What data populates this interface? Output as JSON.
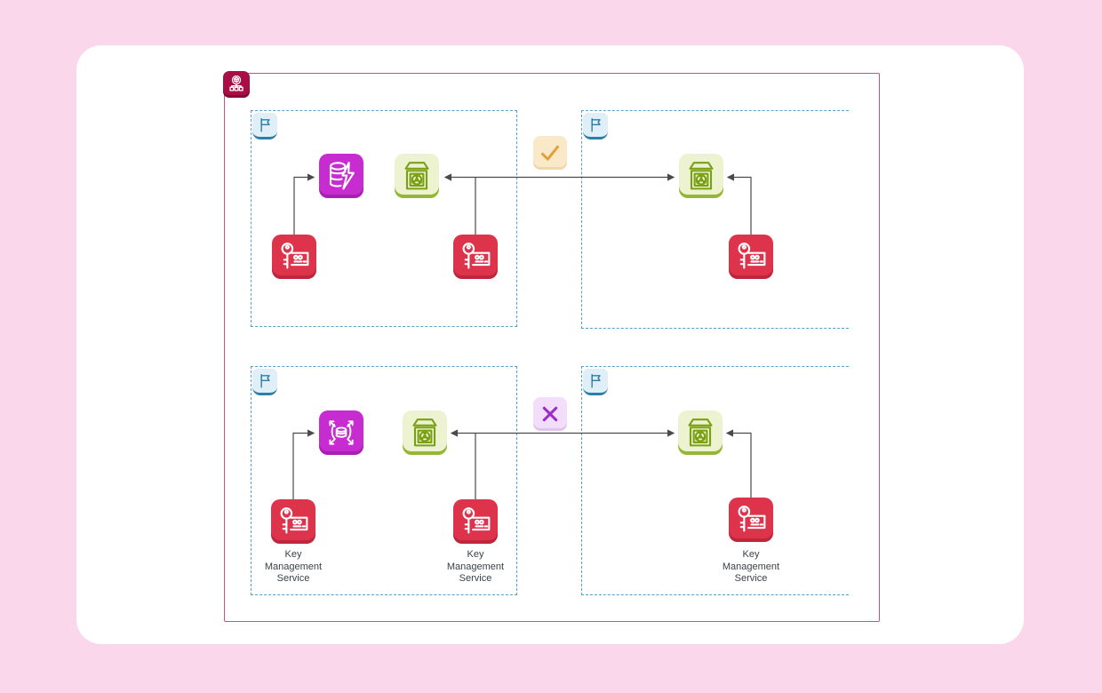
{
  "canvas": {
    "background_color": "#FBD7EC",
    "card_color": "#FFFFFF"
  },
  "frame": {
    "border_color": "#C4537F",
    "badge_icon": "organizations-icon",
    "badge_color": "#A80D44"
  },
  "regions": [
    {
      "name": "region-top-left",
      "flag_icon": "flag-icon"
    },
    {
      "name": "region-top-right",
      "flag_icon": "flag-icon"
    },
    {
      "name": "region-bottom-left",
      "flag_icon": "flag-icon"
    },
    {
      "name": "region-bottom-right",
      "flag_icon": "flag-icon"
    }
  ],
  "nodes": {
    "database_cache": {
      "icon": "database-lightning-icon",
      "color": "#C62CCF"
    },
    "database_global": {
      "icon": "database-global-replication-icon",
      "color": "#C62CCF"
    },
    "backup_vault": {
      "icon": "backup-vault-icon",
      "color": "#7AA116",
      "bg": "#EDF3D0"
    },
    "kms": {
      "icon": "key-management-service-icon",
      "color": "#DD344C",
      "label_lines": [
        "Key",
        "Management",
        "Service"
      ]
    }
  },
  "status_badges": {
    "allowed": {
      "icon": "check-icon",
      "bg": "#F9E9C8",
      "stroke": "#E2A23B"
    },
    "denied": {
      "icon": "cross-icon",
      "bg": "#F2DEFA",
      "stroke": "#9C2BC9"
    }
  },
  "connectors": {
    "color": "#4A4A4A"
  },
  "region_border_color": "#58A0C9",
  "flag_badge": {
    "bg": "#DFEEF7",
    "stroke": "#2E7DA6",
    "underline": "#2C80A8"
  }
}
